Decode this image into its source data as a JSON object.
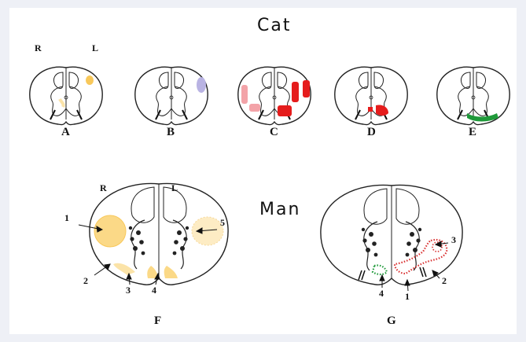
{
  "titles": {
    "top": "Cat",
    "bottom": "Man"
  },
  "cat_panels": [
    "A",
    "B",
    "C",
    "D",
    "E"
  ],
  "side_labels": {
    "right": "R",
    "left": "L"
  },
  "man_panels": [
    "F",
    "G"
  ],
  "panel_f_callouts": [
    "1",
    "2",
    "3",
    "4",
    "5"
  ],
  "panel_g_callouts": [
    "1",
    "2",
    "3",
    "4"
  ],
  "colors": {
    "yellow": "#f8c85a",
    "pale_yellow": "#fbe3a8",
    "lavender": "#b9b3e3",
    "red": "#e51c1c",
    "pink": "#f3a3a8",
    "green": "#1f9a3a",
    "outline": "#222222"
  }
}
